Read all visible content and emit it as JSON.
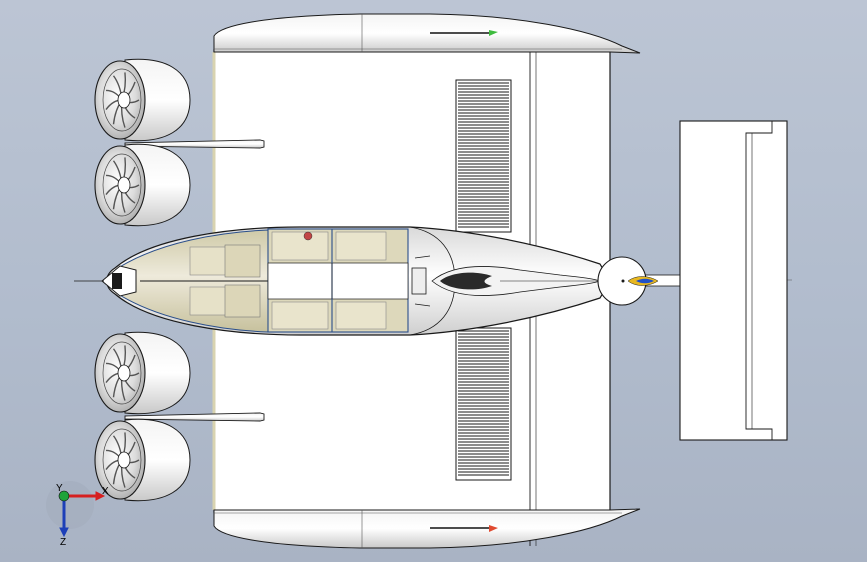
{
  "view": {
    "background": "#b6bfcf",
    "body_fill": "#ffffff",
    "outline": "#1a1a1a",
    "cabin_tint": "#d8d3b0",
    "frame_color": "#2b4f8a"
  },
  "triad": {
    "x_label": "X",
    "y_label": "Y",
    "z_label": "Z",
    "x_color": "#d62020",
    "y_color": "#1fa33a",
    "z_color": "#1d3fb8"
  },
  "lights": {
    "top_nav": "#3dbb3d",
    "bottom_nav": "#e04a30"
  },
  "icons": [
    "coordinate-triad-icon",
    "ducted-fan-icon"
  ]
}
